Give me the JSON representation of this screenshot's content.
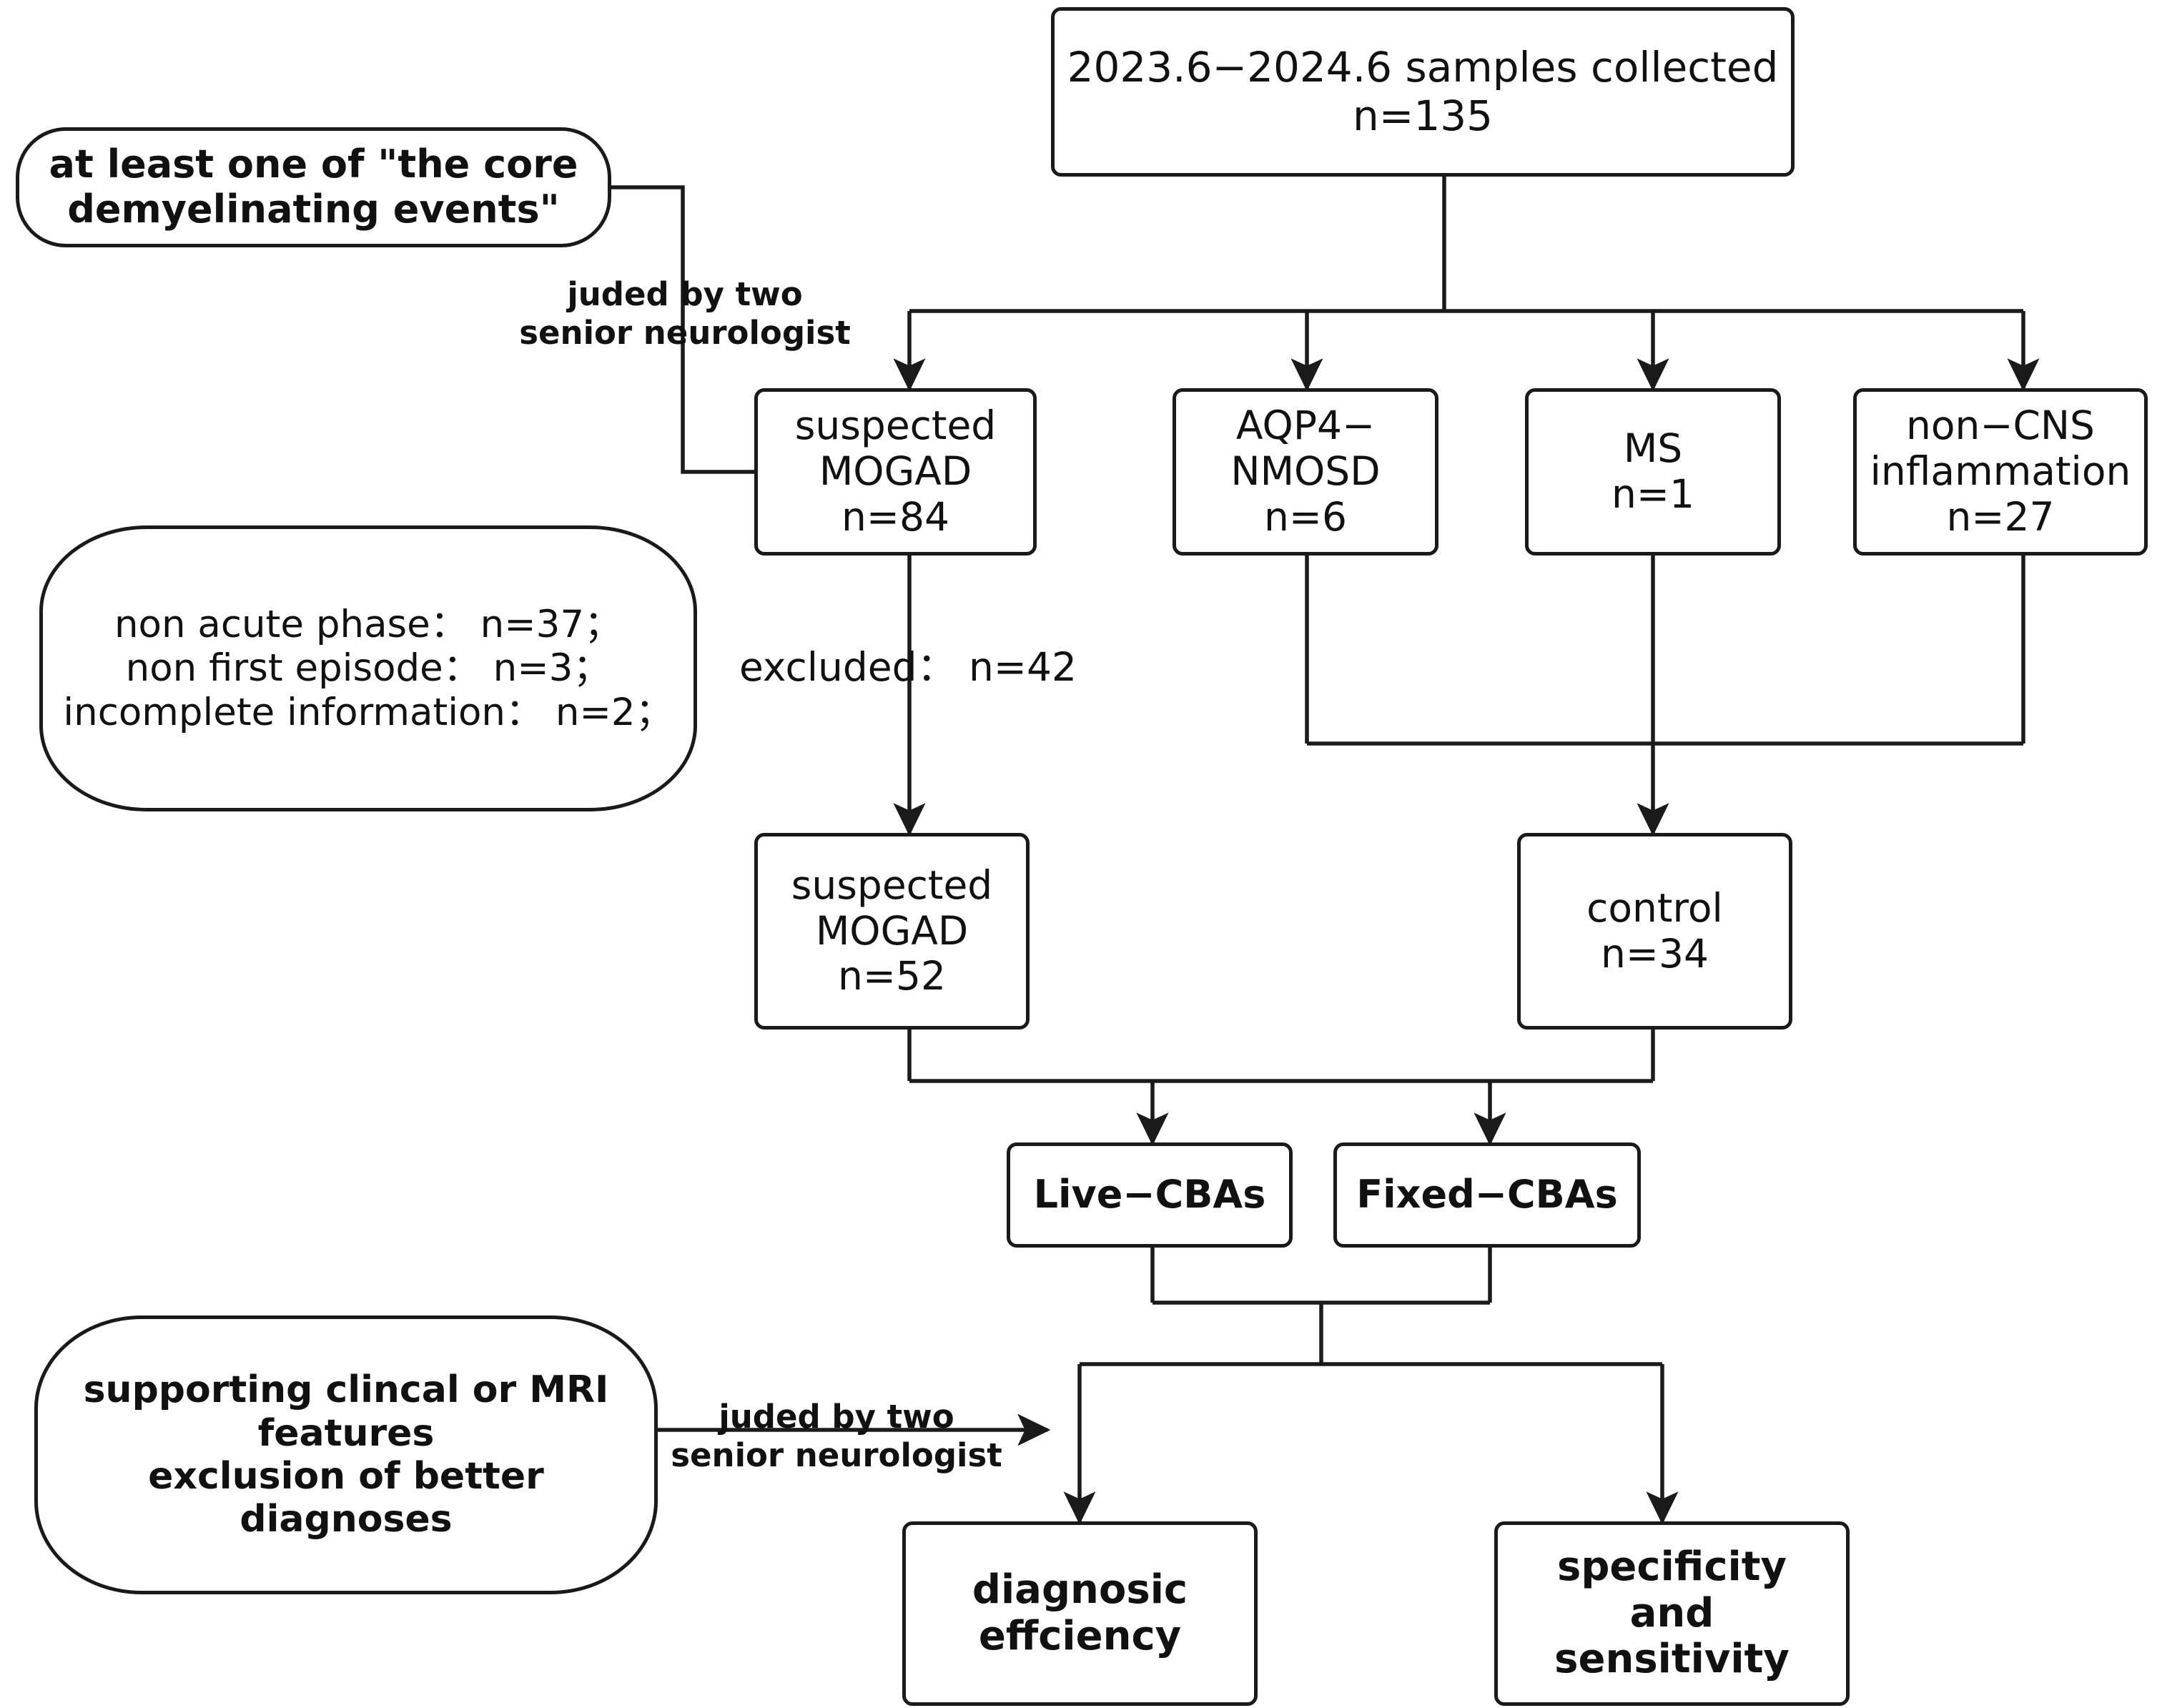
{
  "diagram": {
    "title": "Study enrollment flowchart",
    "stroke_color": "#1a1a1a",
    "text_color": "#111111",
    "background": "#ffffff"
  },
  "nodes": {
    "samples": {
      "line1": "2023.6−2024.6 samples collected",
      "line2": "n=135"
    },
    "core_events": {
      "line1": "at least one of \"the core",
      "line2": "demyelinating events\""
    },
    "suspected_mogad_84": {
      "line1": "suspected",
      "line2": "MOGAD",
      "line3": "n=84"
    },
    "aqp4_nmosd": {
      "line1": "AQP4−",
      "line2": "NMOSD",
      "line3": "n=6"
    },
    "ms": {
      "line1": "MS",
      "line2": "n=1"
    },
    "non_cns": {
      "line1": "non−CNS",
      "line2": "inflammation",
      "line3": "n=27"
    },
    "exclusion_reasons": {
      "line1": "non acute phase： n=37；",
      "line2": "non first episode： n=3；",
      "line3": "incomplete information： n=2；"
    },
    "suspected_mogad_52": {
      "line1": "suspected",
      "line2": "MOGAD",
      "line3": "n=52"
    },
    "control": {
      "line1": "control",
      "line2": "n=34"
    },
    "live_cbas": {
      "line1": "Live−CBAs"
    },
    "fixed_cbas": {
      "line1": "Fixed−CBAs"
    },
    "supporting_features": {
      "line1": "supporting clincal or MRI",
      "line2": "features",
      "line3": "exclusion of better",
      "line4": "diagnoses"
    },
    "diagnostic_efficiency": {
      "line1": "diagnosic",
      "line2": "effciency"
    },
    "specificity_sensitivity": {
      "line1": "specificity",
      "line2": "and",
      "line3": "sensitivity"
    }
  },
  "edge_labels": {
    "judged_top": "juded by two\nsenior neurologist",
    "excluded": "excluded： n=42",
    "judged_bottom": "juded by two\nsenior neurologist"
  }
}
